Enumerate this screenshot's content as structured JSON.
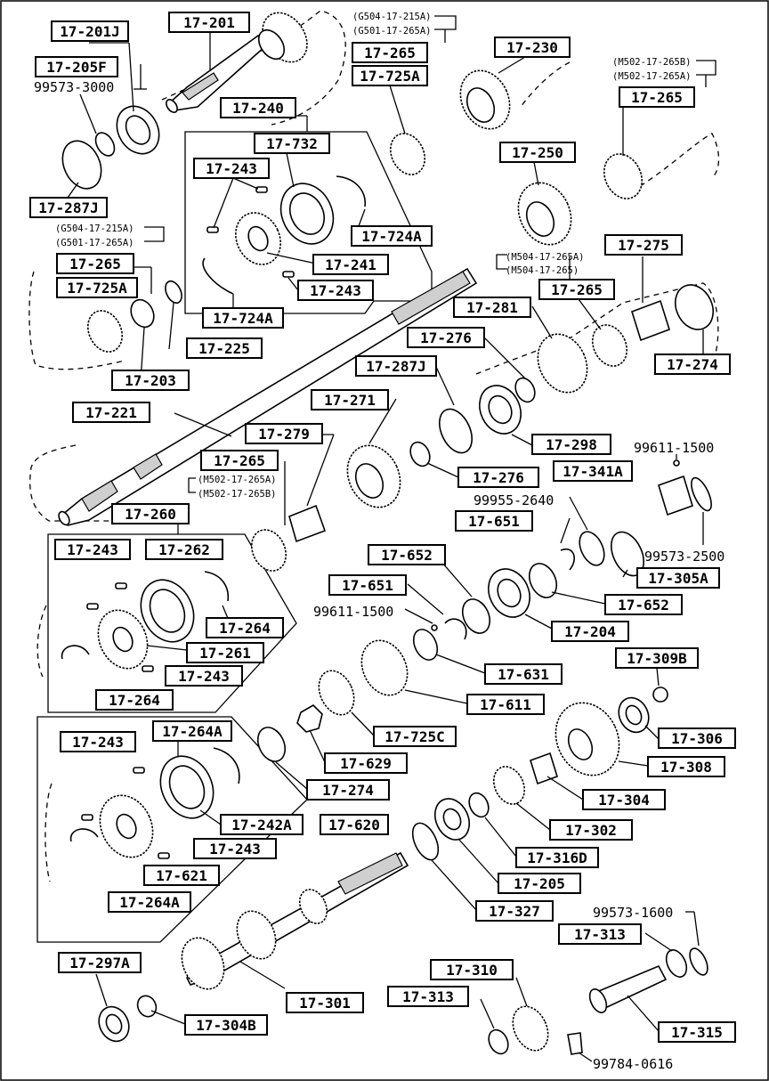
{
  "diagram_title": "",
  "boxed_parts": {
    "p_201j": "17-201J",
    "p_201": "17-201",
    "p_205f": "17-205F",
    "p_240": "17-240",
    "p_732": "17-732",
    "p_243_a": "17-243",
    "p_724a_a": "17-724A",
    "p_241": "17-241",
    "p_243_b": "17-243",
    "p_724a_b": "17-724A",
    "p_265_a": "17-265",
    "p_725a_a": "17-725A",
    "p_230": "17-230",
    "p_265_b": "17-265",
    "p_250": "17-250",
    "p_287j_a": "17-287J",
    "p_265_c": "17-265",
    "p_725a_b": "17-725A",
    "p_225": "17-225",
    "p_203": "17-203",
    "p_275": "17-275",
    "p_265_d": "17-265",
    "p_281": "17-281",
    "p_274_a": "17-274",
    "p_276_a": "17-276",
    "p_287j_b": "17-287J",
    "p_221": "17-221",
    "p_271": "17-271",
    "p_298": "17-298",
    "p_279": "17-279",
    "p_276_b": "17-276",
    "p_341a": "17-341A",
    "p_265_e": "17-265",
    "p_260": "17-260",
    "p_651_a": "17-651",
    "p_243_c": "17-243",
    "p_262": "17-262",
    "p_652_a": "17-652",
    "p_305a": "17-305A",
    "p_651_b": "17-651",
    "p_652_b": "17-652",
    "p_264_a": "17-264",
    "p_261": "17-261",
    "p_204": "17-204",
    "p_243_d": "17-243",
    "p_264_b": "17-264",
    "p_631": "17-631",
    "p_309b": "17-309B",
    "p_611": "17-611",
    "p_264a_a": "17-264A",
    "p_243_e": "17-243",
    "p_725c": "17-725C",
    "p_306": "17-306",
    "p_629": "17-629",
    "p_308": "17-308",
    "p_274_b": "17-274",
    "p_304": "17-304",
    "p_242a": "17-242A",
    "p_620": "17-620",
    "p_302": "17-302",
    "p_243_f": "17-243",
    "p_316d": "17-316D",
    "p_621": "17-621",
    "p_205": "17-205",
    "p_264a_b": "17-264A",
    "p_327": "17-327",
    "p_313_a": "17-313",
    "p_297a": "17-297A",
    "p_310": "17-310",
    "p_313_b": "17-313",
    "p_301": "17-301",
    "p_304b": "17-304B",
    "p_315": "17-315"
  },
  "plain_numbers": {
    "n_99573_3000": "99573-3000",
    "n_99611_1500_a": "99611-1500",
    "n_99955_2640": "99955-2640",
    "n_99573_2500": "99573-2500",
    "n_99611_1500_b": "99611-1500",
    "n_99573_1600": "99573-1600",
    "n_99784_0616": "99784-0616"
  },
  "variant_notes": {
    "v1_a": "(G504-17-215A)",
    "v1_b": "(G501-17-265A)",
    "v2_a": "(M502-17-265B)",
    "v2_b": "(M502-17-265A)",
    "v3_a": "(G504-17-215A)",
    "v3_b": "(G501-17-265A)",
    "v4_a": "(M504-17-265A)",
    "v4_b": "(M504-17-265)",
    "v5_a": "(M502-17-265A)",
    "v5_b": "(M502-17-265B)"
  }
}
